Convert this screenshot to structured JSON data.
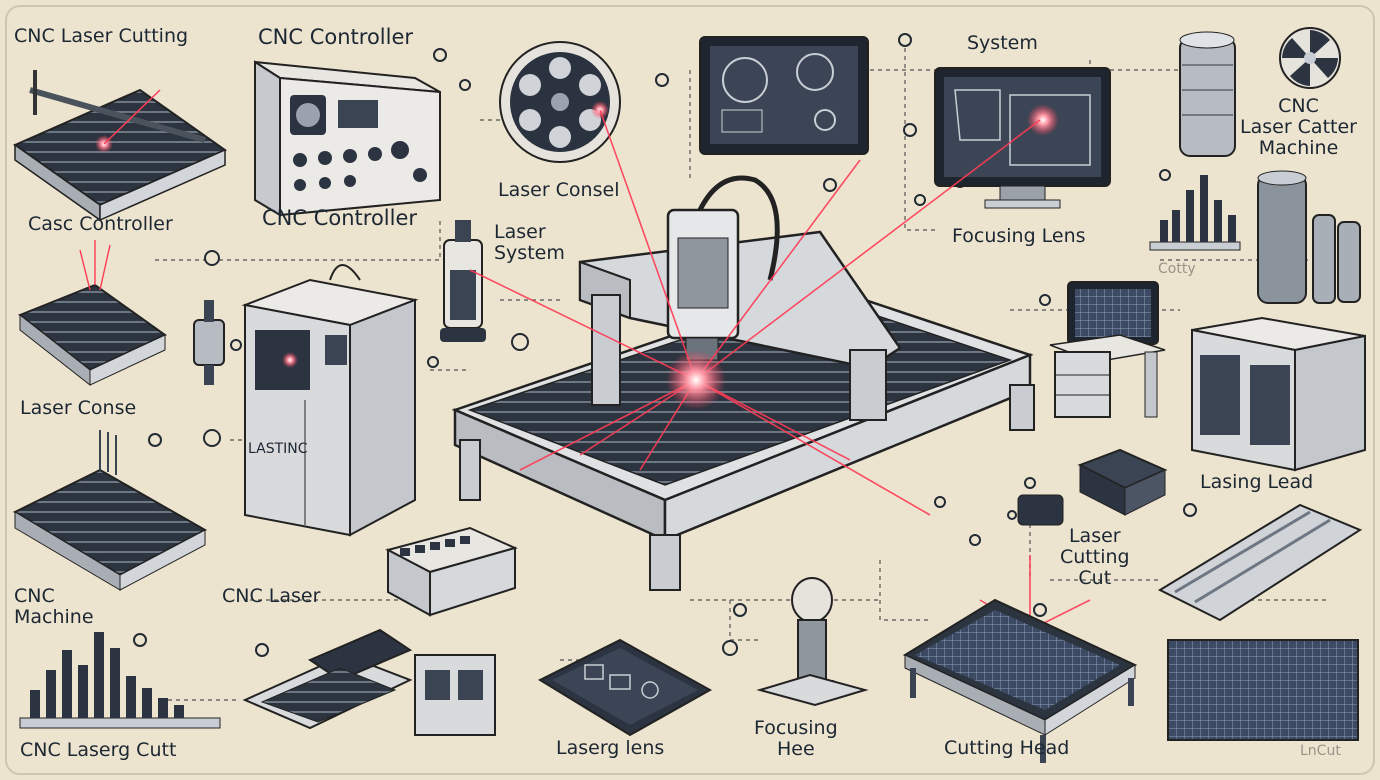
{
  "labels": {
    "cnc_laser_cutting": "CNC Laser Cutting",
    "cnc_controller_top": "CNC Controller",
    "system_top": "System",
    "cnc_laser_catter_machine": "CNC\nLaser Catter\nMachine",
    "casc_controller": "Casc Controller",
    "cnc_controller_mid": "CNC Controller",
    "laser_consel": "Laser Consel",
    "laser_system": "Laser\nSystem",
    "focusing_lens": "Focusing Lens",
    "cotty": "Cotty",
    "laser_conse": "Laser Conse",
    "lastinc": "LASTINC",
    "lasing_lead": "Lasing Lead",
    "laser_cutting_cut": "Laser\nCutting\nCut",
    "cnc_machine": "CNC\nMachine",
    "cnc_laser": "CNC Laser",
    "cnc_laserg_cutt": "CNC Laserg Cutt",
    "laserg_lens": "Laserg lens",
    "focusing_hee": "Focusing\nHee",
    "cutting_head": "Cutting Head",
    "faded_bottom_right": "LnCut"
  },
  "colors": {
    "background": "#ece4cf",
    "ink": "#1d2733",
    "steel_dark": "#3a4452",
    "steel_light": "#c8cdd3",
    "laser": "#ff3b55",
    "line_dashed": "#6b6a66"
  },
  "icons": [
    "laser-cutter-table-icon",
    "control-panel-icon",
    "lens-disc-icon",
    "monitor-icon",
    "gear-fan-icon",
    "cylinder-icon",
    "bar-chart-icon",
    "cabinet-icon",
    "gantry-machine-icon",
    "laser-burst-icon"
  ]
}
